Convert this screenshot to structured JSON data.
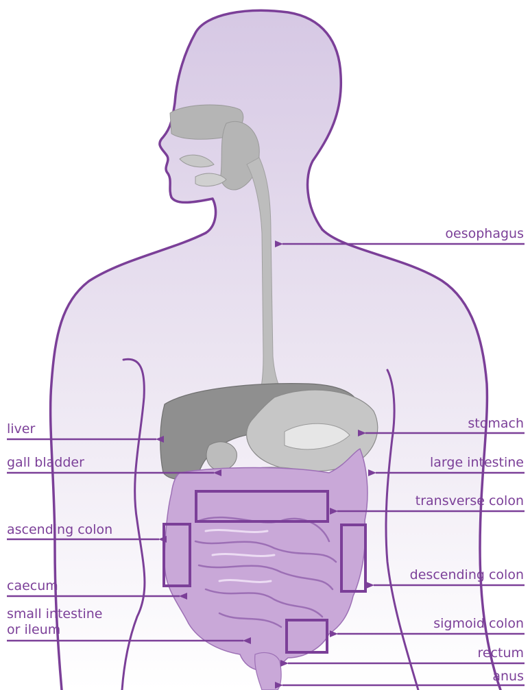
{
  "colors": {
    "accent": "#7b3f98",
    "outline": "#7b3f98",
    "silhouette_fill": "#d9cfe3",
    "organs_gray": "#b8b8b8",
    "intestine_fill": "#c9a8d8"
  },
  "labels": {
    "oesophagus": "oesophagus",
    "liver": "liver",
    "stomach": "stomach",
    "gall_bladder": "gall bladder",
    "large_intestine": "large intestine",
    "transverse_colon": "transverse colon",
    "ascending_colon": "ascending colon",
    "descending_colon": "descending colon",
    "caecum": "caecum",
    "small_intestine_line1": "small intestine",
    "small_intestine_line2": "or ileum",
    "sigmoid_colon": "sigmoid colon",
    "rectum": "rectum",
    "anus": "anus"
  }
}
